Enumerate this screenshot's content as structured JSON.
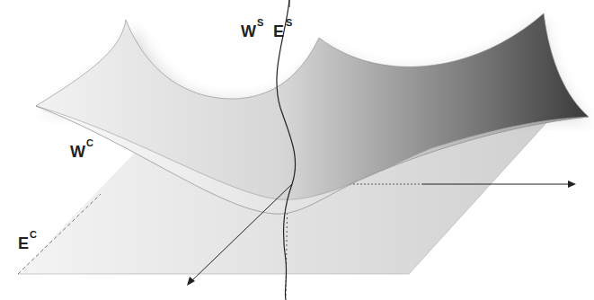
{
  "diagram": {
    "labels": [
      "W",
      "S",
      "E",
      "S",
      "W",
      "C",
      "E",
      "C"
    ]
  }
}
